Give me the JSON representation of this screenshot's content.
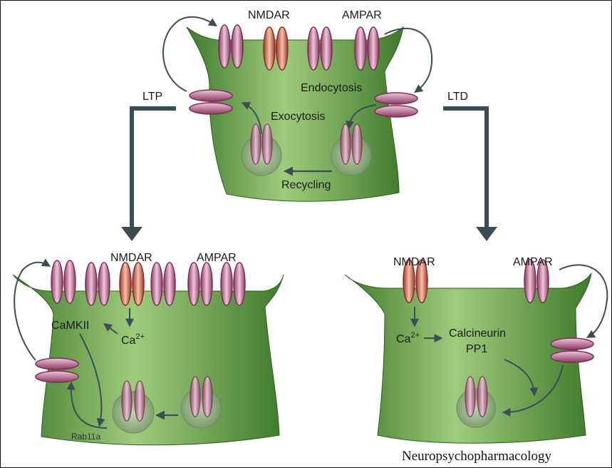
{
  "diagram": {
    "top": {
      "nmdar_label": "NMDAR",
      "ampar_label": "AMPAR",
      "endocytosis_label": "Endocytosis",
      "exocytosis_label": "Exocytosis",
      "recycling_label": "Recycling"
    },
    "branches": {
      "ltp_label": "LTP",
      "ltd_label": "LTD"
    },
    "ltp_panel": {
      "nmdar_label": "NMDAR",
      "ampar_label": "AMPAR",
      "camkii_label": "CaMKII",
      "calcium_label": "Ca",
      "calcium_sup": "2+",
      "rab_label": "Rab11a"
    },
    "ltd_panel": {
      "nmdar_label": "NMDAR",
      "ampar_label": "AMPAR",
      "calcium_label": "Ca",
      "calcium_sup": "2+",
      "calcineurin_label": "Calcineurin",
      "pp1_label": "PP1"
    },
    "credit": "Neuropsychopharmacology"
  },
  "colors": {
    "spine_light": "#9fcc7c",
    "spine_dark": "#3f7a2c",
    "ampar_fill": "#c586a8",
    "ampar_stroke": "#7a2f55",
    "nmdar_fill": "#e3937f",
    "nmdar_stroke": "#8e2a2a",
    "arrow": "#3d4d55"
  }
}
